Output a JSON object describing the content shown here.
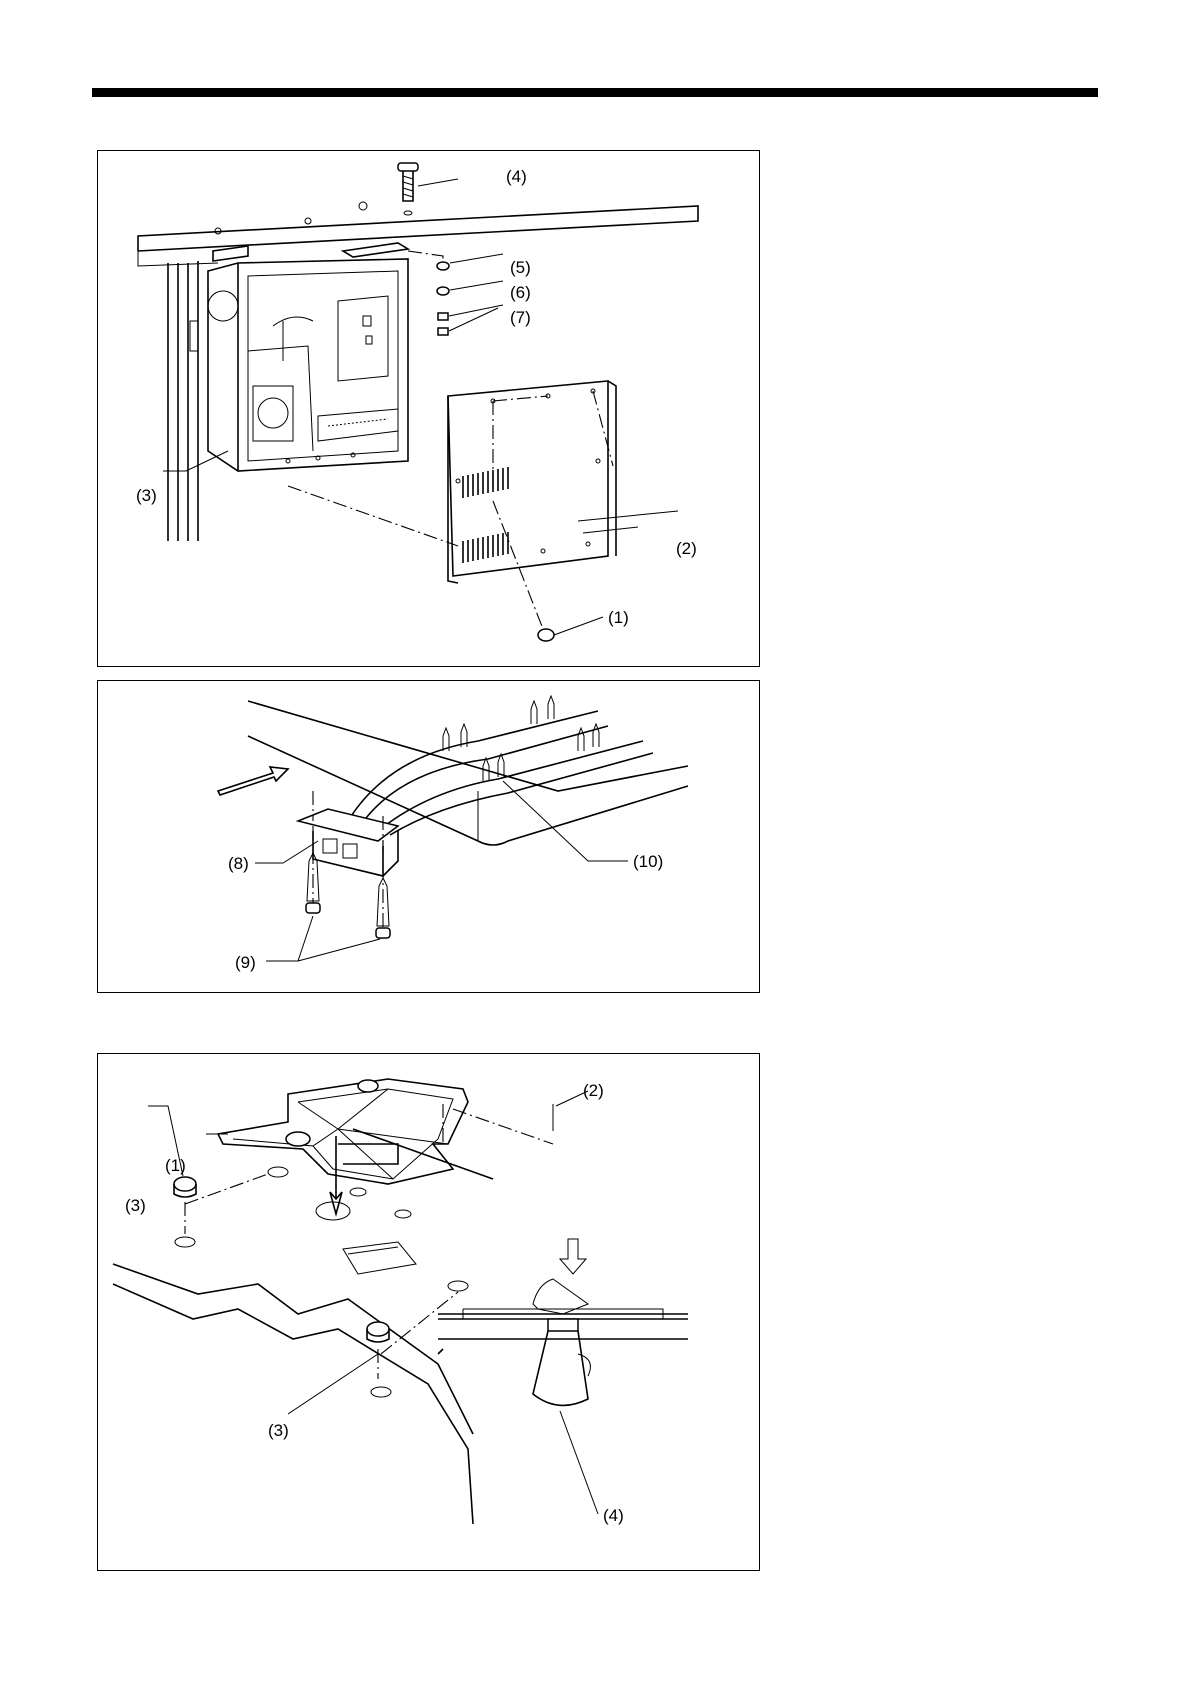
{
  "figures": [
    {
      "id": "fig1",
      "labels": {
        "p1": "(1)",
        "p2": "(2)",
        "p3": "(3)",
        "p4": "(4)",
        "p5": "(5)",
        "p6": "(6)",
        "p7": "(7)"
      }
    },
    {
      "id": "fig2",
      "labels": {
        "p8": "(8)",
        "p9": "(9)",
        "p10": "(10)"
      }
    },
    {
      "id": "fig3",
      "labels": {
        "p1": "(1)",
        "p2": "(2)",
        "p3a": "(3)",
        "p3b": "(3)",
        "p4": "(4)"
      }
    }
  ]
}
